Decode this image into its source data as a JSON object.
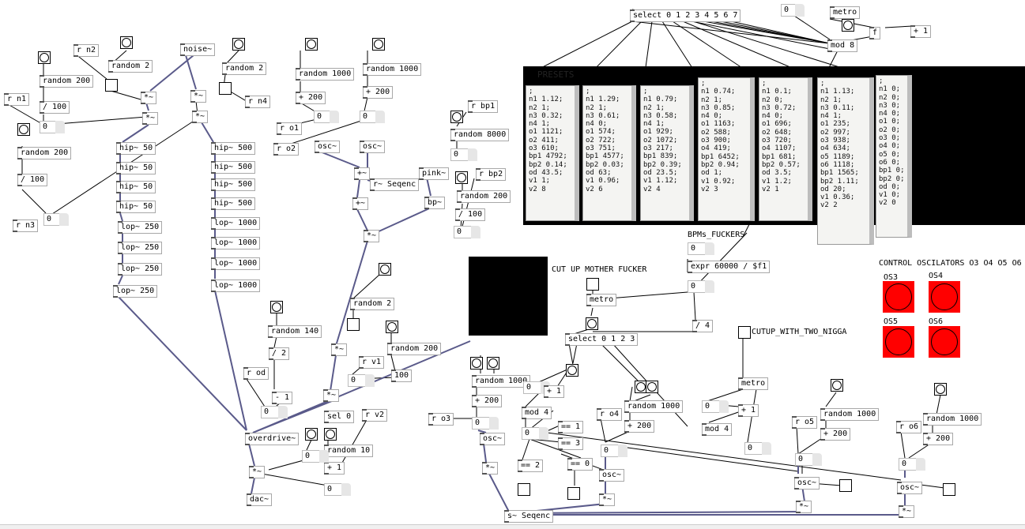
{
  "objects": {
    "select8": "select 0 1 2 3 4 5 6 7",
    "metro_top": "metro",
    "f_obj": "f",
    "plus1_top": "+ 1",
    "mod8": "mod 8",
    "noise": "noise~",
    "rn2": "r n2",
    "rand2_a": "random 2",
    "rand2_b": "random 2",
    "rn1": "r n1",
    "rand200_a": "random 200",
    "div100_a": "/ 100",
    "rn4": "r n4",
    "rand200_b": "random 200",
    "div100_b": "/ 100",
    "rn3": "r n3",
    "mul_a": "*~",
    "mul_b": "*~",
    "mul_c": "*~",
    "mul_d": "*~",
    "hip50_1": "hip~ 50",
    "hip50_2": "hip~ 50",
    "hip50_3": "hip~ 50",
    "hip50_4": "hip~ 50",
    "lop250_1": "lop~ 250",
    "lop250_2": "lop~ 250",
    "lop250_3": "lop~ 250",
    "lop250_4": "lop~ 250",
    "hip500_1": "hip~ 500",
    "hip500_2": "hip~ 500",
    "hip500_3": "hip~ 500",
    "hip500_4": "hip~ 500",
    "lop1000_1": "lop~ 1000",
    "lop1000_2": "lop~ 1000",
    "lop1000_3": "lop~ 1000",
    "lop1000_4": "lop~ 1000",
    "rand1000_o1": "random 1000",
    "plus200_o1": "+ 200",
    "ro1": "r o1",
    "ro2": "r o2",
    "osc_o1": "osc~",
    "rand1000_o2": "random 1000",
    "plus200_o2": "+ 200",
    "osc_o2": "osc~",
    "mul_osc12": "+~",
    "r_seqenc": "r~ Seqenc",
    "mul_seq": "*~",
    "rbp1": "r bp1",
    "rand8000": "random 8000",
    "pink": "pink~",
    "rbp2": "r bp2",
    "rand200_bp": "random 200",
    "div100_bp": "/ 100",
    "bp": "bp~",
    "mul_bp": "*~",
    "rand2_c": "random 2",
    "mul_e": "*~",
    "rand140": "random 140",
    "div2": "/ 2",
    "rod": "r od",
    "minus1": "- 1",
    "rv1": "r v1",
    "rand200_v": "random 200",
    "div100_v": "100",
    "mul_f": "*~",
    "sel0": "sel 0",
    "rv2": "r v2",
    "rand10": "random 10",
    "plus1_b": "+ 1",
    "overdrive": "overdrive~",
    "mul_out": "*~",
    "dac": "dac~",
    "presets_title": "PRESETS",
    "bpm_title": "BPMs_FUCKERS",
    "expr": "expr 60000 / $f1",
    "metro_mid": "metro",
    "div4": "/ 4",
    "cutup_title": "CUT UP MOTHER FUCKER",
    "cutup2": "CUTUP_WITH_TWO_NIGGA",
    "select4": "select 0 1 2 3",
    "rand1000_o3": "random 1000",
    "plus200_o3": "+ 200",
    "ro3": "r o3",
    "osc_o3": "osc~",
    "mul_o3": "*~",
    "plus1_c": "+ 1",
    "mod4_a": "mod 4",
    "eq1": "== 1",
    "eq3": "== 3",
    "eq0": "== 0",
    "eq2": "== 2",
    "ro4": "r o4",
    "rand1000_o4": "random 1000",
    "plus200_o4": "+ 200",
    "osc_o4": "osc~",
    "mul_o4": "*~",
    "metro_cut": "metro",
    "plus1_d": "+ 1",
    "mod4_b": "mod 4",
    "ro5": "r o5",
    "rand1000_o5": "random 1000",
    "plus200_o5": "+ 200",
    "osc_o5": "osc~",
    "mul_o5": "*~",
    "ro6": "r o6",
    "rand1000_o6": "random 1000",
    "plus200_o6": "+ 200",
    "osc_o6": "osc~",
    "mul_o6": "*~",
    "s_seqenc": "s~ Seqenc",
    "control_title": "CONTROL OSCILATORS O3 O4 O5 O6",
    "os3": "OS3",
    "os4": "OS4",
    "os5": "OS5",
    "os6": "OS6"
  },
  "numbers": {
    "zero": "0"
  },
  "presets": [
    ";\nn1 1.12;\nn2 1;\nn3 0.32;\nn4 1;\no1 1121;\no2 411;\no3 610;\nbp1 4792;\nbp2 0.14;\nod 43.5;\nv1 1;\nv2 8",
    ";\nn1 1.29;\nn2 1;\nn3 0.61;\nn4 0;\no1 574;\no2 722;\no3 751;\nbp1 4577;\nbp2 0.03;\nod 63;\nv1 0.96;\nv2 6",
    ";\nn1 0.79;\nn2 1;\nn3 0.58;\nn4 1;\no1 929;\no2 1072;\no3 217;\nbp1 839;\nbp2 0.39;\nod 23.5;\nv1 1.12;\nv2 4",
    ";\nn1 0.74;\nn2 1;\nn3 0.85;\nn4 0;\no1 1163;\no2 588;\no3 900;\no4 419;\nbp1 6452;\nbp2 0.94;\nod 1;\nv1 0.92;\nv2 3",
    ";\nn1 0.1;\nn2 0;\nn3 0.72;\nn4 0;\no1 696;\no2 648;\no3 720;\no4 1107;\nbp1 681;\nbp2 0.57;\nod 3.5;\nv1 1.2;\nv2 1",
    ";\nn1 1.13;\nn2 1;\nn3 0.11;\nn4 1;\no1 235;\no2 997;\no3 938;\no4 634;\no5 1189;\no6 1118;\nbp1 1565;\nbp2 1.11;\nod 20;\nv1 0.36;\nv2 2",
    ";\nn1 0;\nn2 0;\nn3 0;\nn4 0;\no1 0;\no2 0;\no3 0;\no4 0;\no5 0;\no6 0;\nbp1 0;\nbp2 0;\nod 0;\nv1 0;\nv2 0"
  ],
  "colors": {
    "toggle_red": "#ff0000",
    "signal_wire": "#5a5a8a",
    "control_wire": "#000000"
  }
}
